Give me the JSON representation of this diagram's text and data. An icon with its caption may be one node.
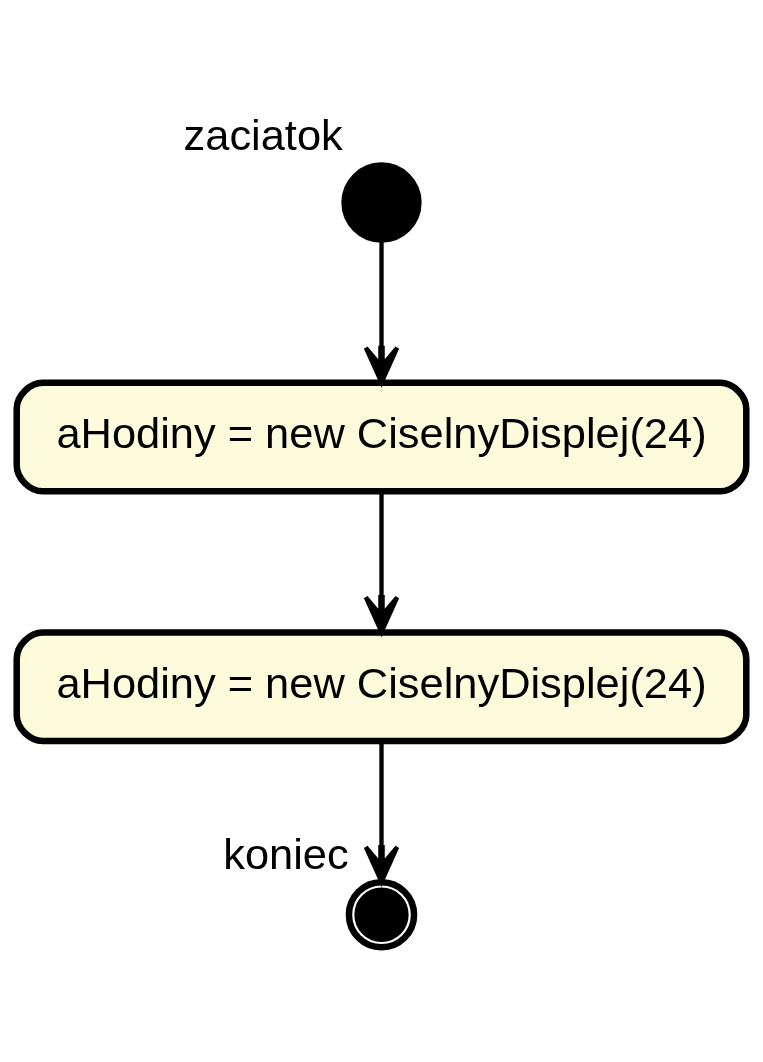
{
  "diagram": {
    "nodes": [
      {
        "text": [],
        "shape": "circle",
        "beside": [
          "zaciatok"
        ]
      },
      {
        "text": [
          "aHodiny = new CiselnyDisplej(24)"
        ]
      },
      {
        "text": [
          "aHodiny = new CiselnyDisplej(24)"
        ]
      },
      {
        "text": [],
        "shape": "circle",
        "beside": [
          "koniec"
        ]
      }
    ],
    "edges": [
      {
        "from": 0,
        "to": 1,
        "arrow": "to"
      },
      {
        "from": 1,
        "to": 2,
        "arrow": "to"
      },
      {
        "from": 2,
        "to": 3,
        "arrow": "to"
      }
    ]
  }
}
